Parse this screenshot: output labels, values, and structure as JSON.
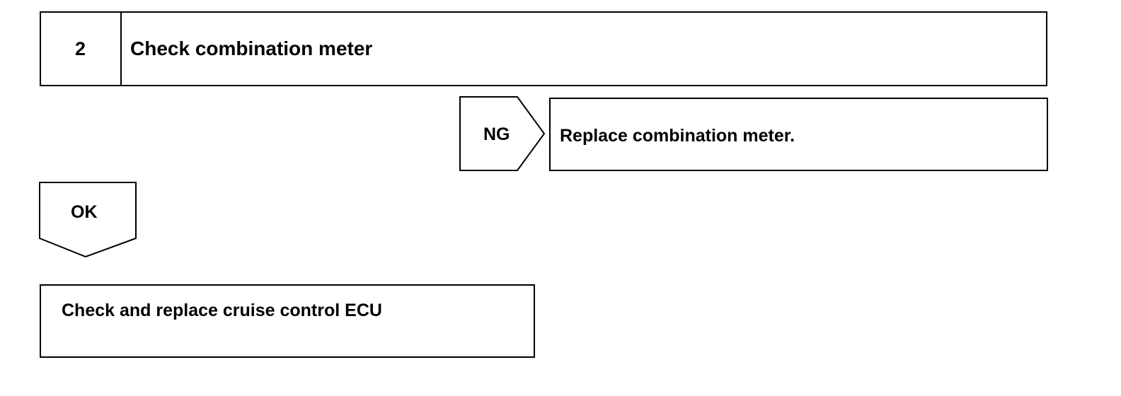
{
  "step": {
    "number": "2",
    "title": "Check combination meter"
  },
  "ng_branch": {
    "label": "NG",
    "action": "Replace combination meter."
  },
  "ok_branch": {
    "label": "OK",
    "action": "Check and replace cruise control ECU"
  }
}
